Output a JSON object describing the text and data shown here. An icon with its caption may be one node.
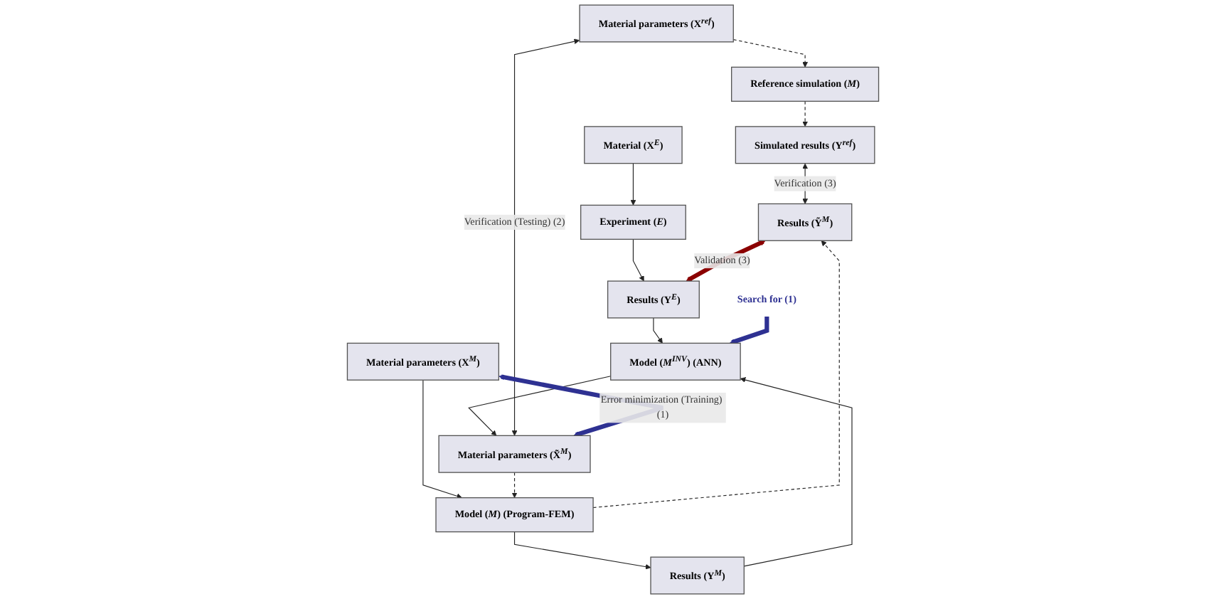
{
  "diagram": {
    "nodes": [
      {
        "text": [
          "Material parameters (X$^{ref}$)"
        ]
      },
      {
        "text": [
          "Reference simulation (*M*)"
        ]
      },
      {
        "text": [
          "Simulated results (Y$^{ref}$)"
        ]
      },
      {
        "text": [
          "Material parameters (X$^{M}$)"
        ]
      },
      {
        "text": [
          "Model (*M*) (Program-FEM)"
        ]
      },
      {
        "text": [
          "Results (Y$^{M}$)"
        ]
      },
      {
        "text": [
          "Material parameters (X̃$^{M}$)"
        ]
      },
      {
        "text": [
          "Model (*M*$^{INV}$) (ANN)"
        ]
      },
      {
        "text": [
          "Results (Ỹ$^{M}$)"
        ]
      },
      {
        "text": [
          "Material (X$^{E}$)"
        ]
      },
      {
        "text": [
          "Experiment (*E*)"
        ]
      },
      {
        "text": [
          "Results (Y$^{E}$)"
        ]
      },
      {
        "text": [
          "Search for (1)"
        ]
      }
    ],
    "edges": [
      {
        "from": 0,
        "to": 1,
        "arrow": "to",
        "style": "dashed"
      },
      {
        "from": 1,
        "to": 2,
        "arrow": "to",
        "style": "dashed"
      },
      {
        "from": 3,
        "to": 4,
        "arrow": "to"
      },
      {
        "from": 4,
        "to": 5,
        "arrow": "to"
      },
      {
        "from": 6,
        "to": 4,
        "arrow": "to",
        "style": "dashed"
      },
      {
        "from": 4,
        "to": 8,
        "arrow": "to",
        "style": "dashed"
      },
      {
        "from": 5,
        "to": 7,
        "arrow": "to"
      },
      {
        "from": 7,
        "to": 6,
        "arrow": "to"
      },
      {
        "from": 9,
        "to": 10,
        "arrow": "to"
      },
      {
        "from": 10,
        "to": 11,
        "arrow": "to"
      },
      {
        "from": 11,
        "to": 7,
        "arrow": "to"
      },
      {
        "from": 0,
        "to": 6,
        "arrow": "both",
        "label": "Verification (Testing) (2)"
      },
      {
        "from": 2,
        "to": 8,
        "arrow": "both",
        "label": "Verification (3)"
      },
      {
        "from": 3,
        "to": 6,
        "arrow": "both",
        "label": "Error minimization (Training) (1)",
        "style": "thick",
        "color": "#2e3192"
      },
      {
        "from": 8,
        "to": 11,
        "arrow": "both",
        "label": "Validation (3)",
        "style": "thick",
        "color": "#8b0000"
      },
      {
        "from": 12,
        "to": 7,
        "arrow": "to",
        "style": "thick",
        "color": "#2e3192"
      }
    ]
  }
}
